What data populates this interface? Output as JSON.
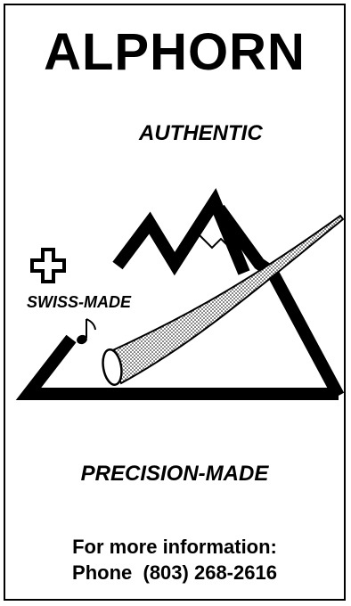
{
  "ad": {
    "title": "ALPHORN",
    "tagline_top": "AUTHENTIC",
    "badge_label": "SWISS-MADE",
    "tagline_bottom": "PRECISION-MADE",
    "contact_line1": "For more information:",
    "contact_line2": "Phone  (803) 268-2616"
  },
  "icons": {
    "cross": "swiss-cross-icon",
    "music_note": "music-note-icon"
  },
  "colors": {
    "ink": "#000000",
    "paper": "#ffffff"
  }
}
